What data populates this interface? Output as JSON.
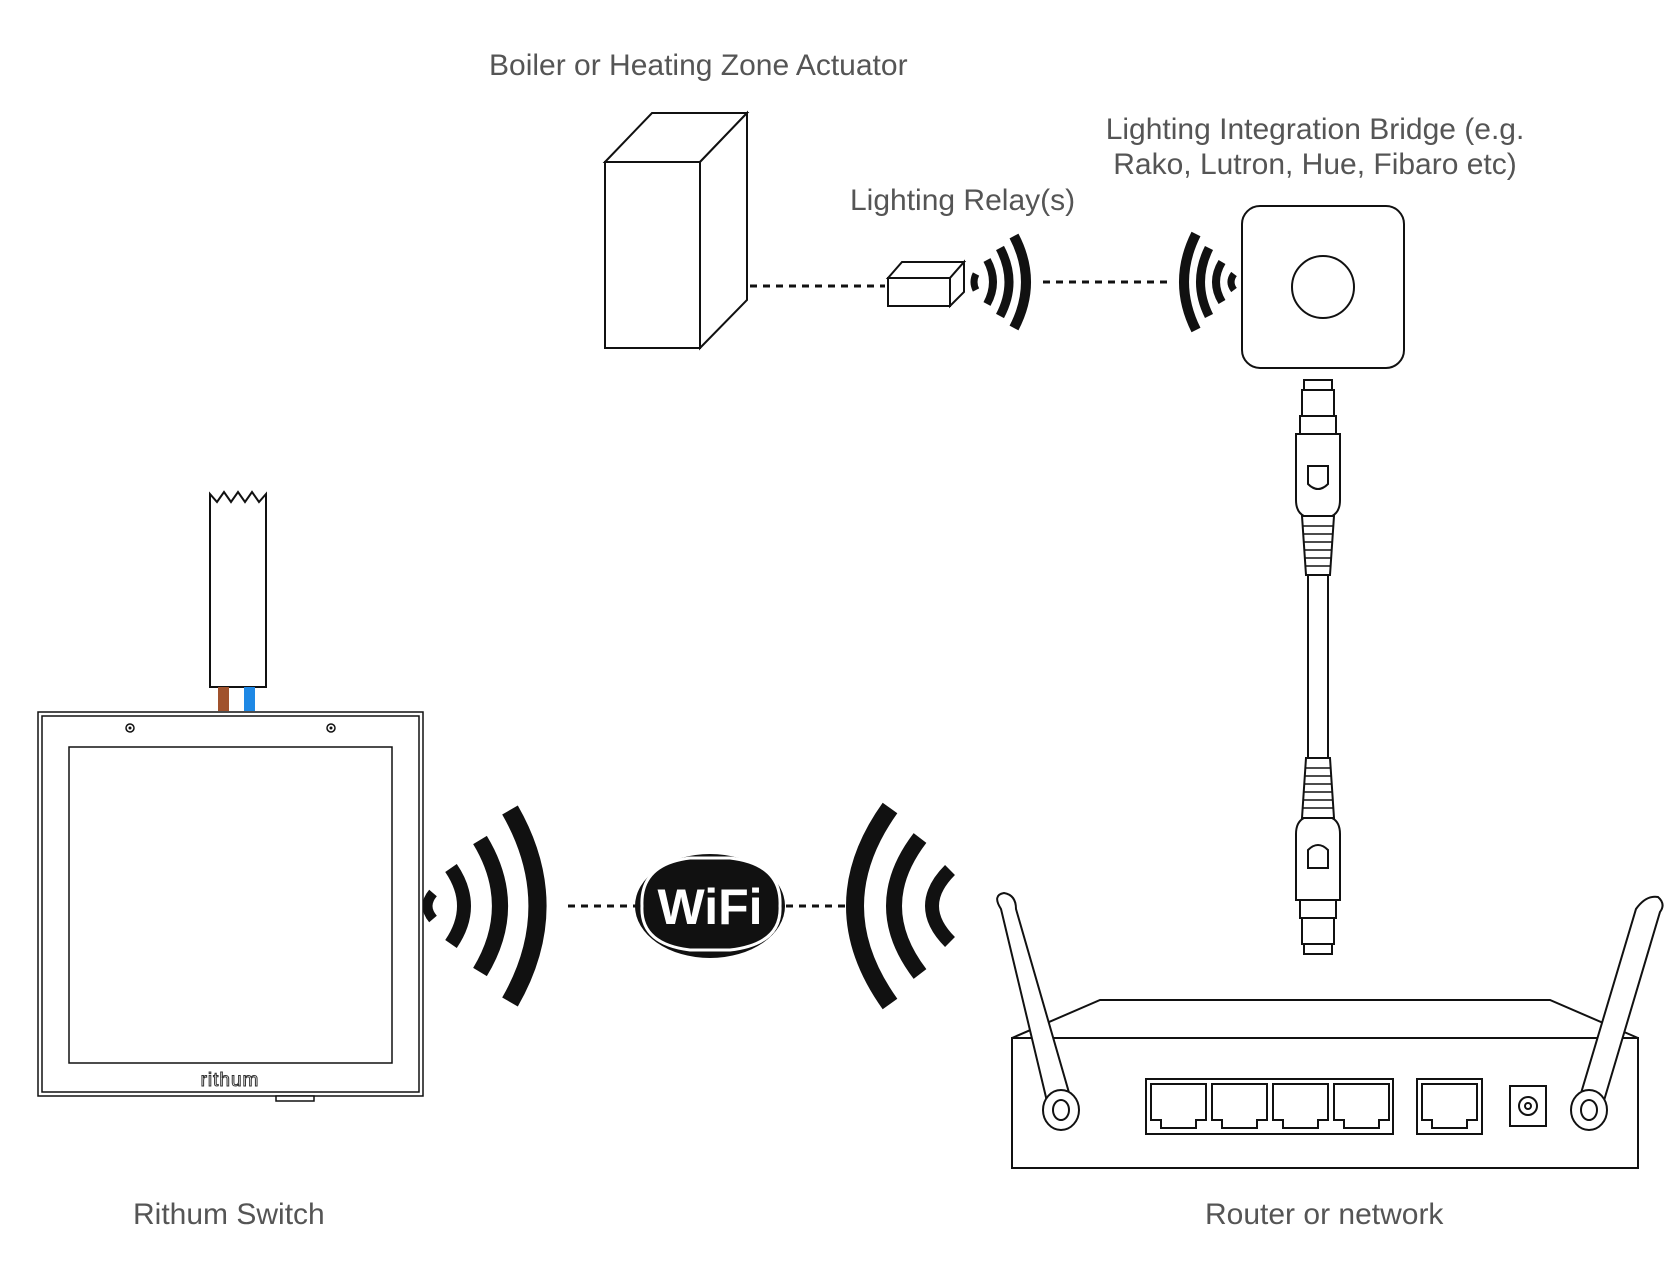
{
  "labels": {
    "boiler": "Boiler or Heating Zone Actuator",
    "relay": "Lighting Relay(s)",
    "bridge_line1": "Lighting Integration Bridge (e.g.",
    "bridge_line2": "Rako, Lutron, Hue, Fibaro etc)",
    "switch": "Rithum Switch",
    "router": "Router or network"
  },
  "badges": {
    "wifi": "WiFi",
    "switch_brand": "rithum"
  },
  "colors": {
    "label_text": "#555555",
    "line": "#111111",
    "wire_live": "#a0522d",
    "wire_neutral": "#1e88e5"
  },
  "icons": [
    "boiler-icon",
    "relay-icon",
    "bridge-icon",
    "ethernet-cable-icon",
    "switch-icon",
    "router-icon",
    "wifi-badge-icon",
    "signal-waves-icon"
  ]
}
